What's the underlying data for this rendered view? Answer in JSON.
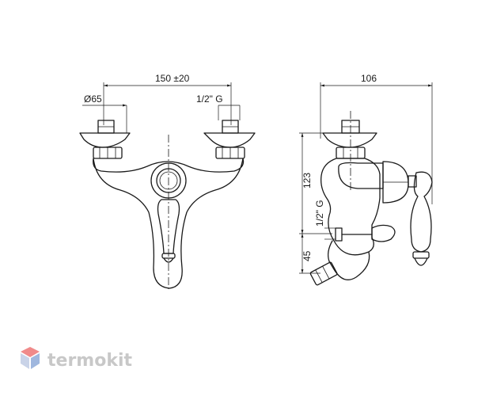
{
  "dimensions": {
    "front_width": "150 ±20",
    "diameter": "Ø65",
    "thread_front": "1/2\" G",
    "side_width": "106",
    "height": "123",
    "thread_side": "1/2\" G",
    "spout": "45"
  },
  "logo": {
    "text": "termokit",
    "colors": {
      "top": "#f08a8a",
      "left": "#c9d3e8",
      "right": "#9fb7de"
    }
  }
}
